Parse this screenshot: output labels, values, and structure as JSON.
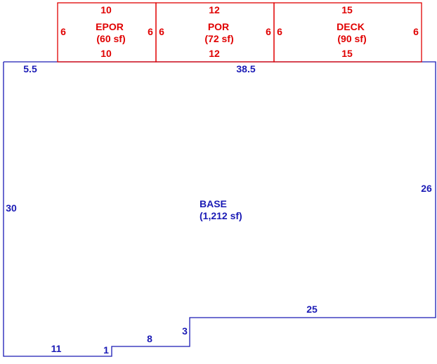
{
  "colors": {
    "base": "#1a1ab5",
    "additions": "#e00000",
    "background": "#ffffff"
  },
  "additions": {
    "epor": {
      "name": "EPOR",
      "area": "(60 sf)",
      "top": "10",
      "bottom": "10",
      "left": "6",
      "right": "6"
    },
    "por": {
      "name": "POR",
      "area": "(72 sf)",
      "top": "12",
      "bottom": "12",
      "left": "6",
      "right": "6"
    },
    "deck": {
      "name": "DECK",
      "area": "(90 sf)",
      "top": "15",
      "bottom": "15",
      "left": "6",
      "right": "6"
    }
  },
  "base": {
    "name": "BASE",
    "area": "(1,212 sf)",
    "dims": {
      "top_left": "5.5",
      "top_right": "38.5",
      "left": "30",
      "right": "26",
      "step_top": "25",
      "step_side": "3",
      "step_bottom": "8",
      "jog": "1",
      "bottom": "11"
    }
  }
}
